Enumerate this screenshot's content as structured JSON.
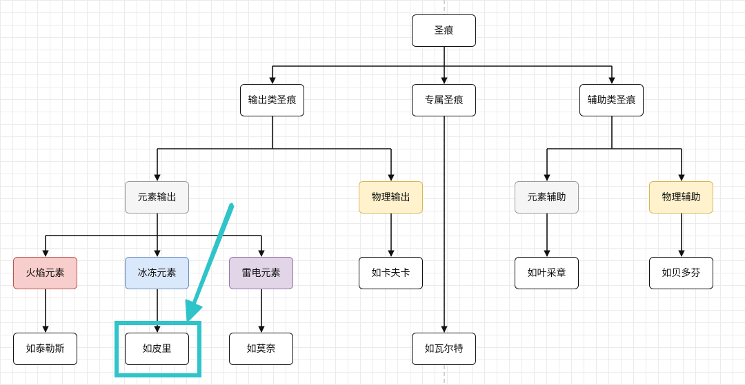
{
  "diagram": {
    "nodes": {
      "root": "圣痕",
      "output": "输出类圣痕",
      "exclusive": "专属圣痕",
      "support": "辅助类圣痕",
      "elem_out": "元素输出",
      "phys_out": "物理输出",
      "elem_sup": "元素辅助",
      "phys_sup": "物理辅助",
      "fire": "火焰元素",
      "ice": "冰冻元素",
      "thunder": "雷电元素",
      "kafka": "如卡夫卡",
      "yeats": "如叶采章",
      "beethoven": "如贝多芬",
      "thales": "如泰勒斯",
      "pierre": "如皮里",
      "monet": "如莫奈",
      "walter": "如瓦尔特"
    },
    "edges": [
      [
        "root",
        "output"
      ],
      [
        "root",
        "exclusive"
      ],
      [
        "root",
        "support"
      ],
      [
        "output",
        "elem_out"
      ],
      [
        "output",
        "phys_out"
      ],
      [
        "exclusive",
        "walter"
      ],
      [
        "support",
        "elem_sup"
      ],
      [
        "support",
        "phys_sup"
      ],
      [
        "elem_out",
        "fire"
      ],
      [
        "elem_out",
        "ice"
      ],
      [
        "elem_out",
        "thunder"
      ],
      [
        "phys_out",
        "kafka"
      ],
      [
        "elem_sup",
        "yeats"
      ],
      [
        "phys_sup",
        "beethoven"
      ],
      [
        "fire",
        "thales"
      ],
      [
        "ice",
        "pierre"
      ],
      [
        "thunder",
        "monet"
      ]
    ],
    "colors": {
      "gray_fill": "#f5f5f5",
      "yellow_fill": "#fff2cc",
      "red_fill": "#f8cecc",
      "blue_fill": "#dae8fc",
      "purple_fill": "#e1d5e7",
      "highlight": "#2ec4c9"
    },
    "highlighted_node": "pierre"
  }
}
